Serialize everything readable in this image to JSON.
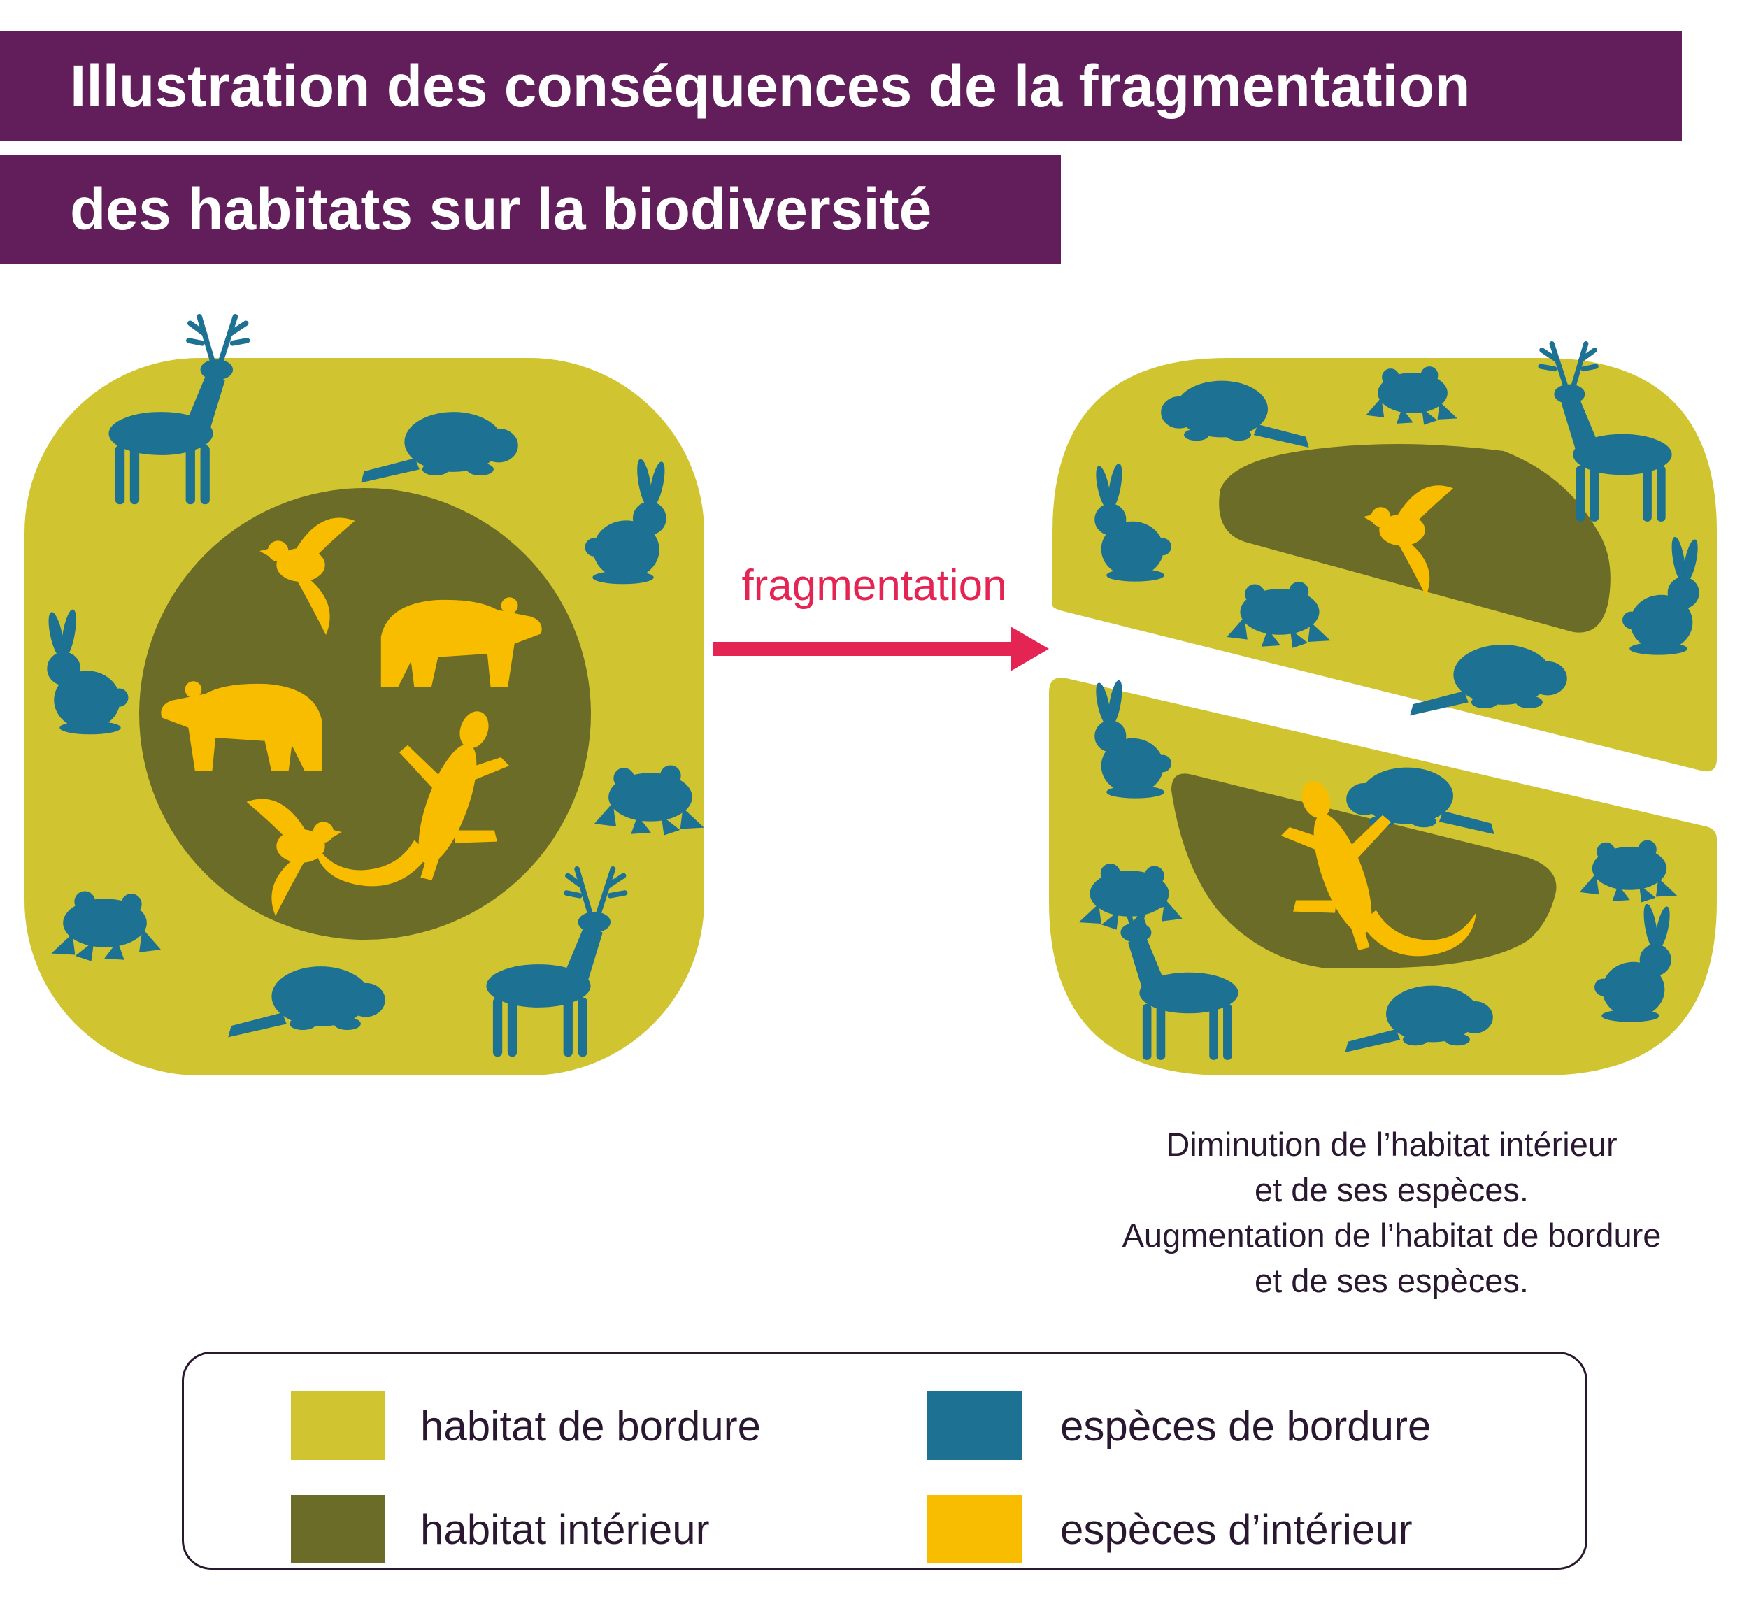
{
  "title": {
    "line1": "Illustration des conséquences de la fragmentation",
    "line2": "des habitats sur la biodiversité"
  },
  "arrow_label": "fragmentation",
  "caption": {
    "lines": [
      "Diminution de l’habitat intérieur",
      "et de ses espèces.",
      "Augmentation de l’habitat de bordure",
      "et de ses espèces."
    ]
  },
  "legend": {
    "items": [
      {
        "label": "habitat de bordure",
        "color": "#d0c530"
      },
      {
        "label": "habitat intérieur",
        "color": "#6b6c28"
      },
      {
        "label": "espèces de bordure",
        "color": "#1d7193"
      },
      {
        "label": "espèces d’intérieur",
        "color": "#f9bd00"
      }
    ]
  },
  "colors": {
    "title_bg": "#611e5a",
    "arrow": "#e42553",
    "edge_habitat": "#d0c530",
    "interior_habitat": "#6b6c28",
    "edge_species": "#1d7193",
    "interior_species": "#f9bd00"
  },
  "icons": {
    "before": [
      {
        "type": "deer-icon",
        "group": "edge_species"
      },
      {
        "type": "beaver-icon",
        "group": "edge_species"
      },
      {
        "type": "rabbit-icon",
        "group": "edge_species"
      },
      {
        "type": "rabbit-icon",
        "group": "edge_species"
      },
      {
        "type": "frog-icon",
        "group": "edge_species"
      },
      {
        "type": "frog-icon",
        "group": "edge_species"
      },
      {
        "type": "beaver-icon",
        "group": "edge_species"
      },
      {
        "type": "deer-icon",
        "group": "edge_species"
      },
      {
        "type": "bird-icon",
        "group": "interior_species"
      },
      {
        "type": "bear-icon",
        "group": "interior_species"
      },
      {
        "type": "bear-icon",
        "group": "interior_species"
      },
      {
        "type": "lizard-icon",
        "group": "interior_species"
      },
      {
        "type": "bird-icon",
        "group": "interior_species"
      }
    ],
    "after": [
      {
        "type": "beaver-icon",
        "group": "edge_species"
      },
      {
        "type": "frog-icon",
        "group": "edge_species"
      },
      {
        "type": "deer-icon",
        "group": "edge_species"
      },
      {
        "type": "rabbit-icon",
        "group": "edge_species"
      },
      {
        "type": "frog-icon",
        "group": "edge_species"
      },
      {
        "type": "rabbit-icon",
        "group": "edge_species"
      },
      {
        "type": "beaver-icon",
        "group": "edge_species"
      },
      {
        "type": "bird-icon",
        "group": "interior_species"
      },
      {
        "type": "rabbit-icon",
        "group": "edge_species"
      },
      {
        "type": "beaver-icon",
        "group": "edge_species"
      },
      {
        "type": "frog-icon",
        "group": "edge_species"
      },
      {
        "type": "frog-icon",
        "group": "edge_species"
      },
      {
        "type": "deer-icon",
        "group": "edge_species"
      },
      {
        "type": "beaver-icon",
        "group": "edge_species"
      },
      {
        "type": "rabbit-icon",
        "group": "edge_species"
      },
      {
        "type": "lizard-icon",
        "group": "interior_species"
      }
    ]
  }
}
